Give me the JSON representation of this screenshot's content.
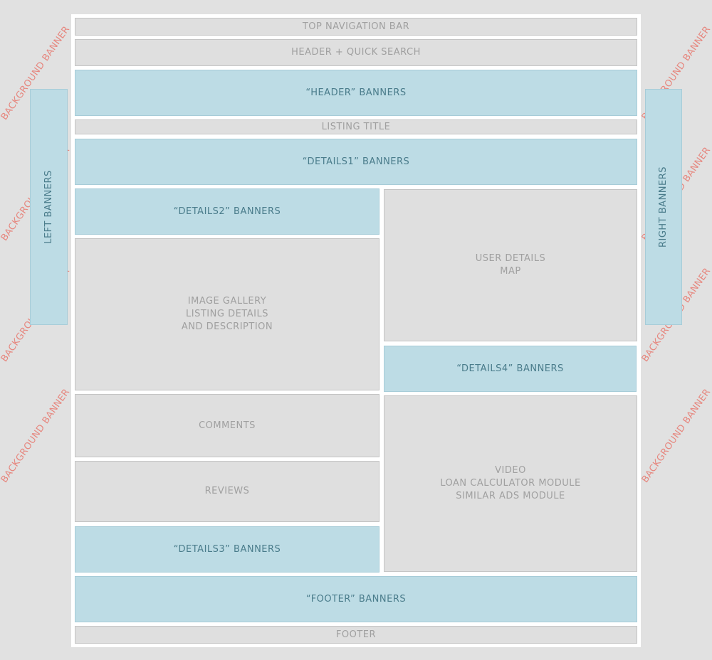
{
  "background_banner": "BACKGROUND BANNER",
  "top_nav": "TOP NAVIGATION BAR",
  "header_search": "HEADER + QUICK SEARCH",
  "header_banners": "“HEADER” BANNERS",
  "listing_title": "LISTING TITLE",
  "details1_banners": "“DETAILS1” BANNERS",
  "details2_banners": "“DETAILS2” BANNERS",
  "gallery": [
    "IMAGE GALLERY",
    "LISTING DETAILS",
    "AND DESCRIPTION"
  ],
  "comments": "COMMENTS",
  "reviews": "REVIEWS",
  "details3_banners": "“DETAILS3” BANNERS",
  "user_details": [
    "USER DETAILS",
    "MAP"
  ],
  "details4_banners": "“DETAILS4” BANNERS",
  "video_module": [
    "VIDEO",
    "LOAN CALCULATOR MODULE",
    "SIMILAR ADS MODULE"
  ],
  "footer_banners": "“FOOTER” BANNERS",
  "footer": "FOOTER",
  "left_banners": "LEFT BANNERS",
  "right_banners": "RIGHT BANNERS",
  "colors": {
    "page_bg": "#e1e1e1",
    "grey_block": "#dfdfdf",
    "banner_block": "#bddce5",
    "banner_text": "#4a7c8b",
    "grey_text": "#a0a0a0",
    "background_banner_text": "#e6877f"
  }
}
